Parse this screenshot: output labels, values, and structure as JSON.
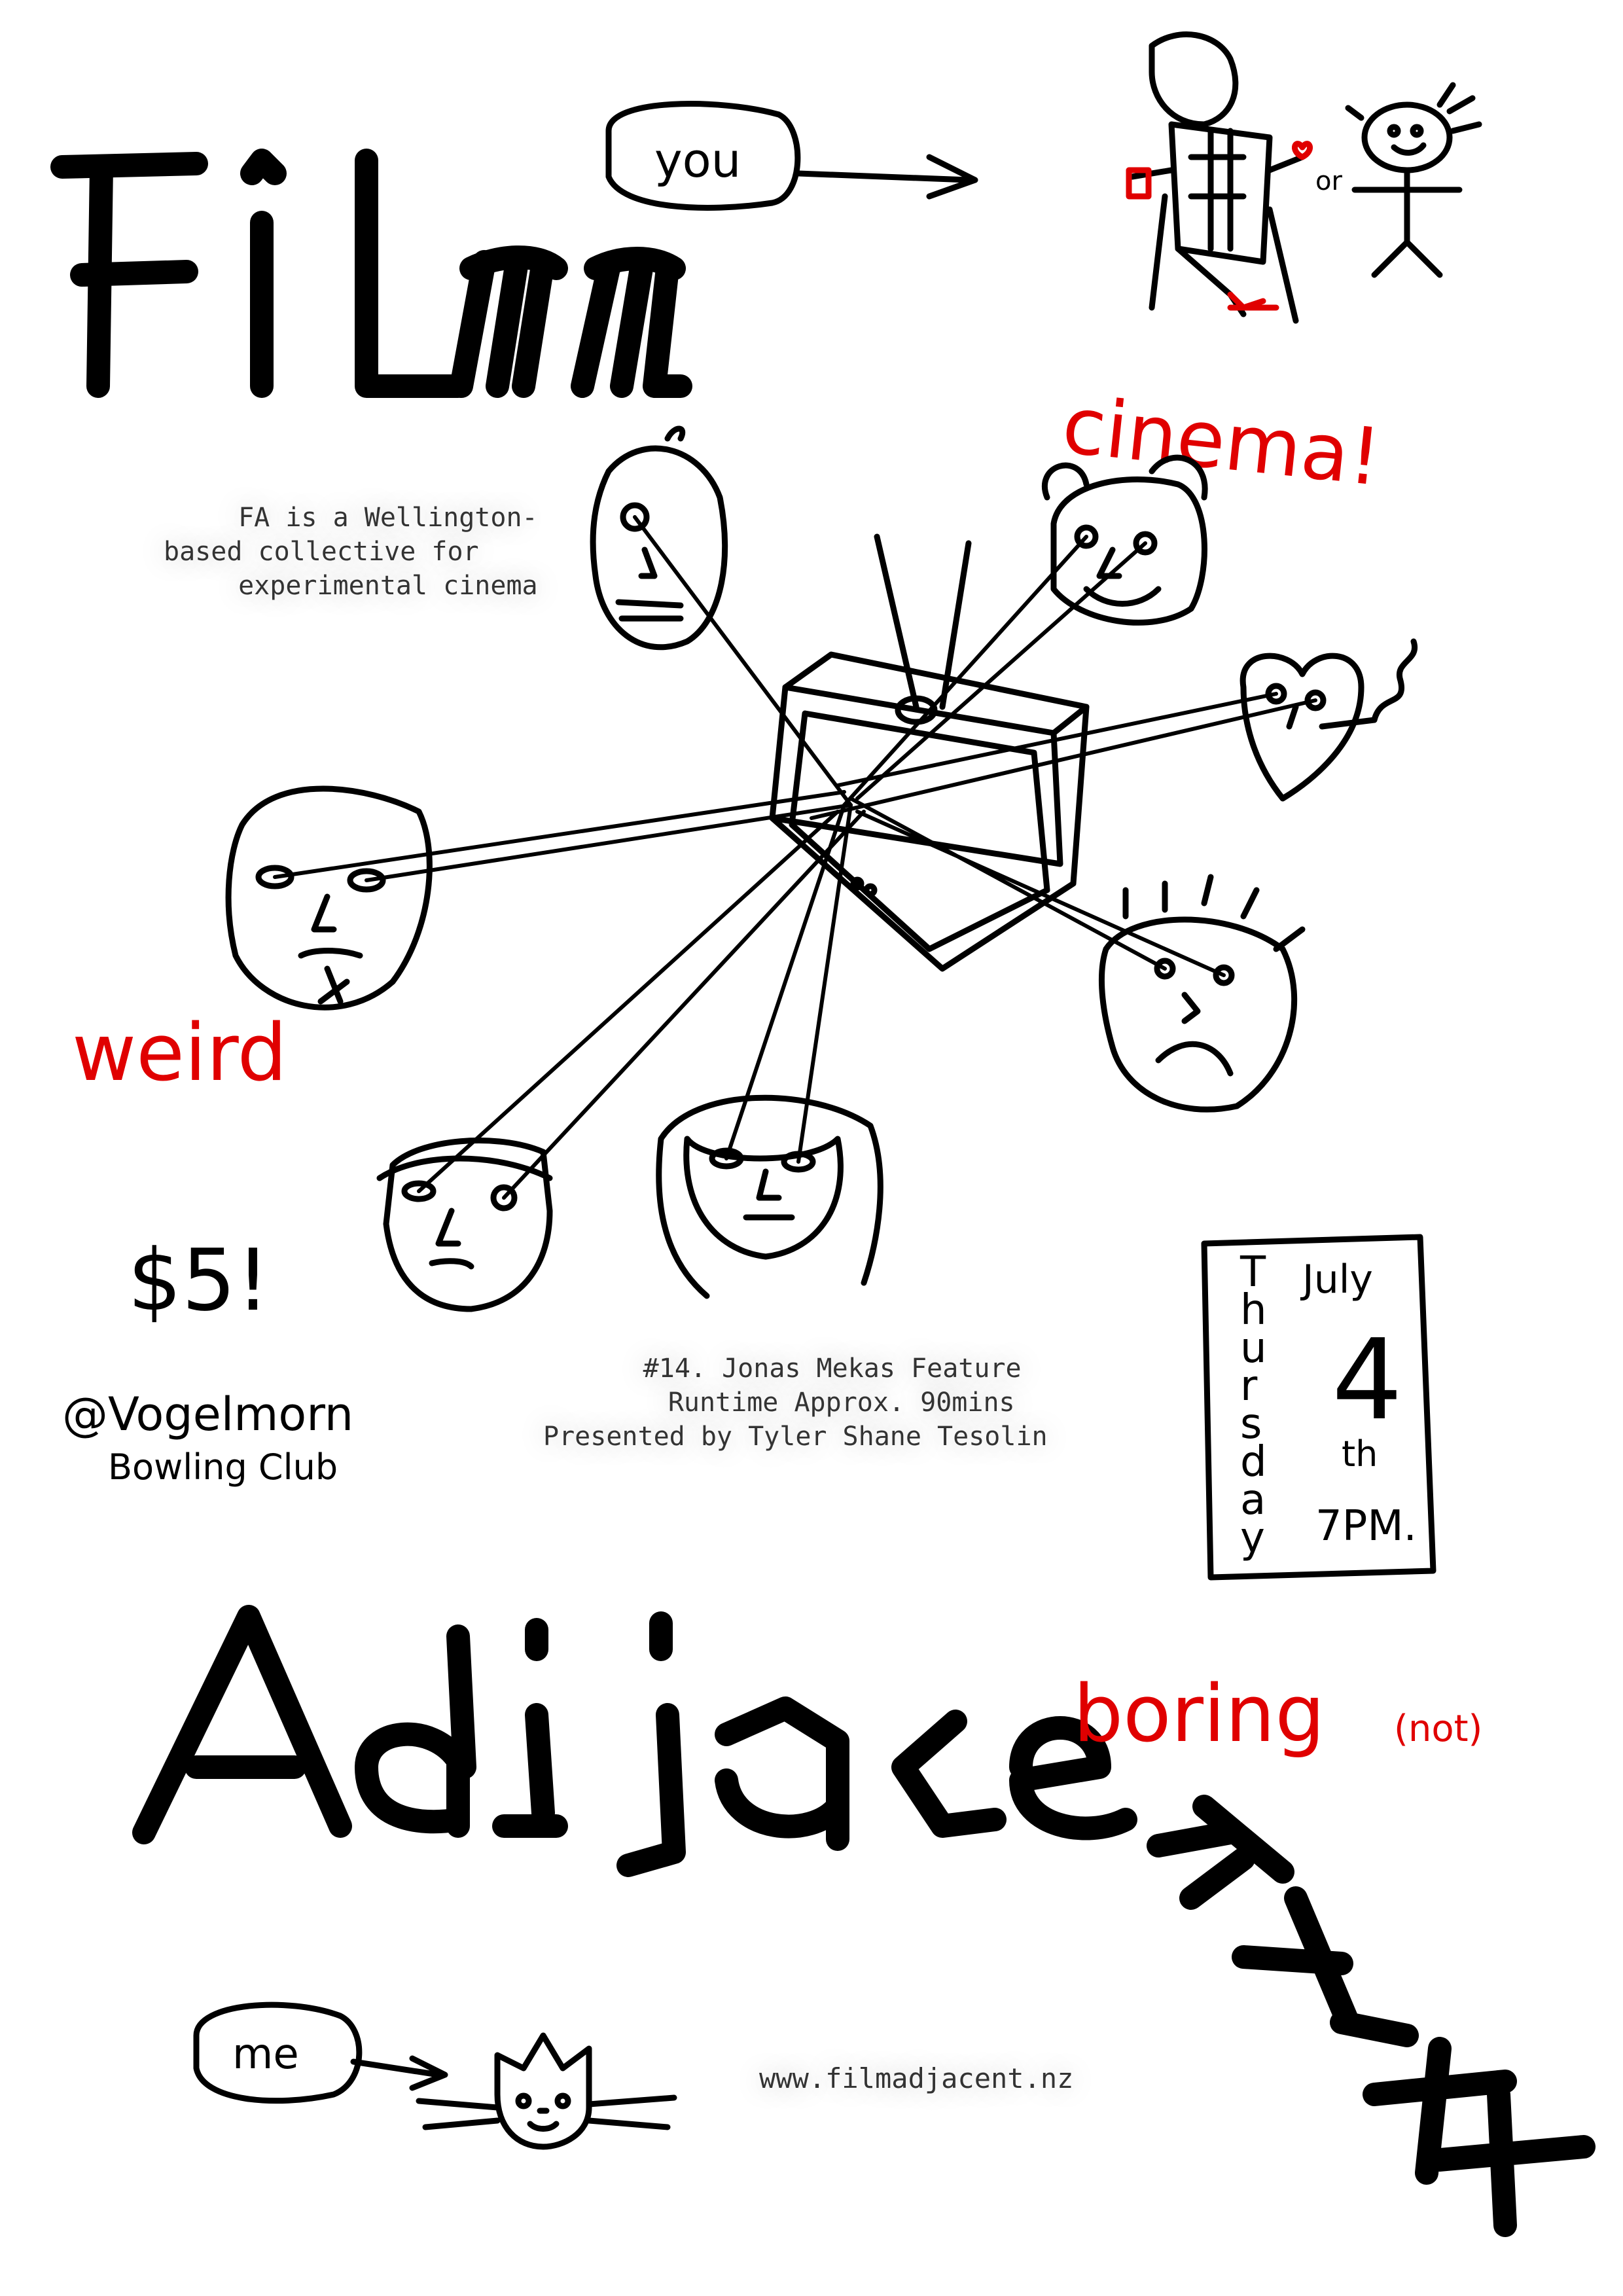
{
  "poster": {
    "title_top": "Film",
    "title_bottom": "Adjacent",
    "you_bubble": "you",
    "or_text": "or",
    "cinema": "cinema!",
    "weird": "weird",
    "about_lines": [
      "FA is a Wellington-",
      "based collective for",
      "experimental cinema"
    ],
    "price": "$5!",
    "venue_line1": "@Vogelmorn",
    "venue_line2": "Bowling Club",
    "program_lines": [
      "#14. Jonas Mekas Feature",
      "Runtime Approx. 90mins",
      "Presented by Tyler Shane Tesolin"
    ],
    "day": "Thursday",
    "month": "July",
    "date_num": "4",
    "date_suffix": "th",
    "time": "7PM.",
    "boring": "boring",
    "not": "(not)",
    "me_bubble": "me",
    "website": "www.filmadjacent.nz"
  },
  "colors": {
    "ink": "#000000",
    "accent": "#e00000",
    "paper": "#ffffff"
  }
}
